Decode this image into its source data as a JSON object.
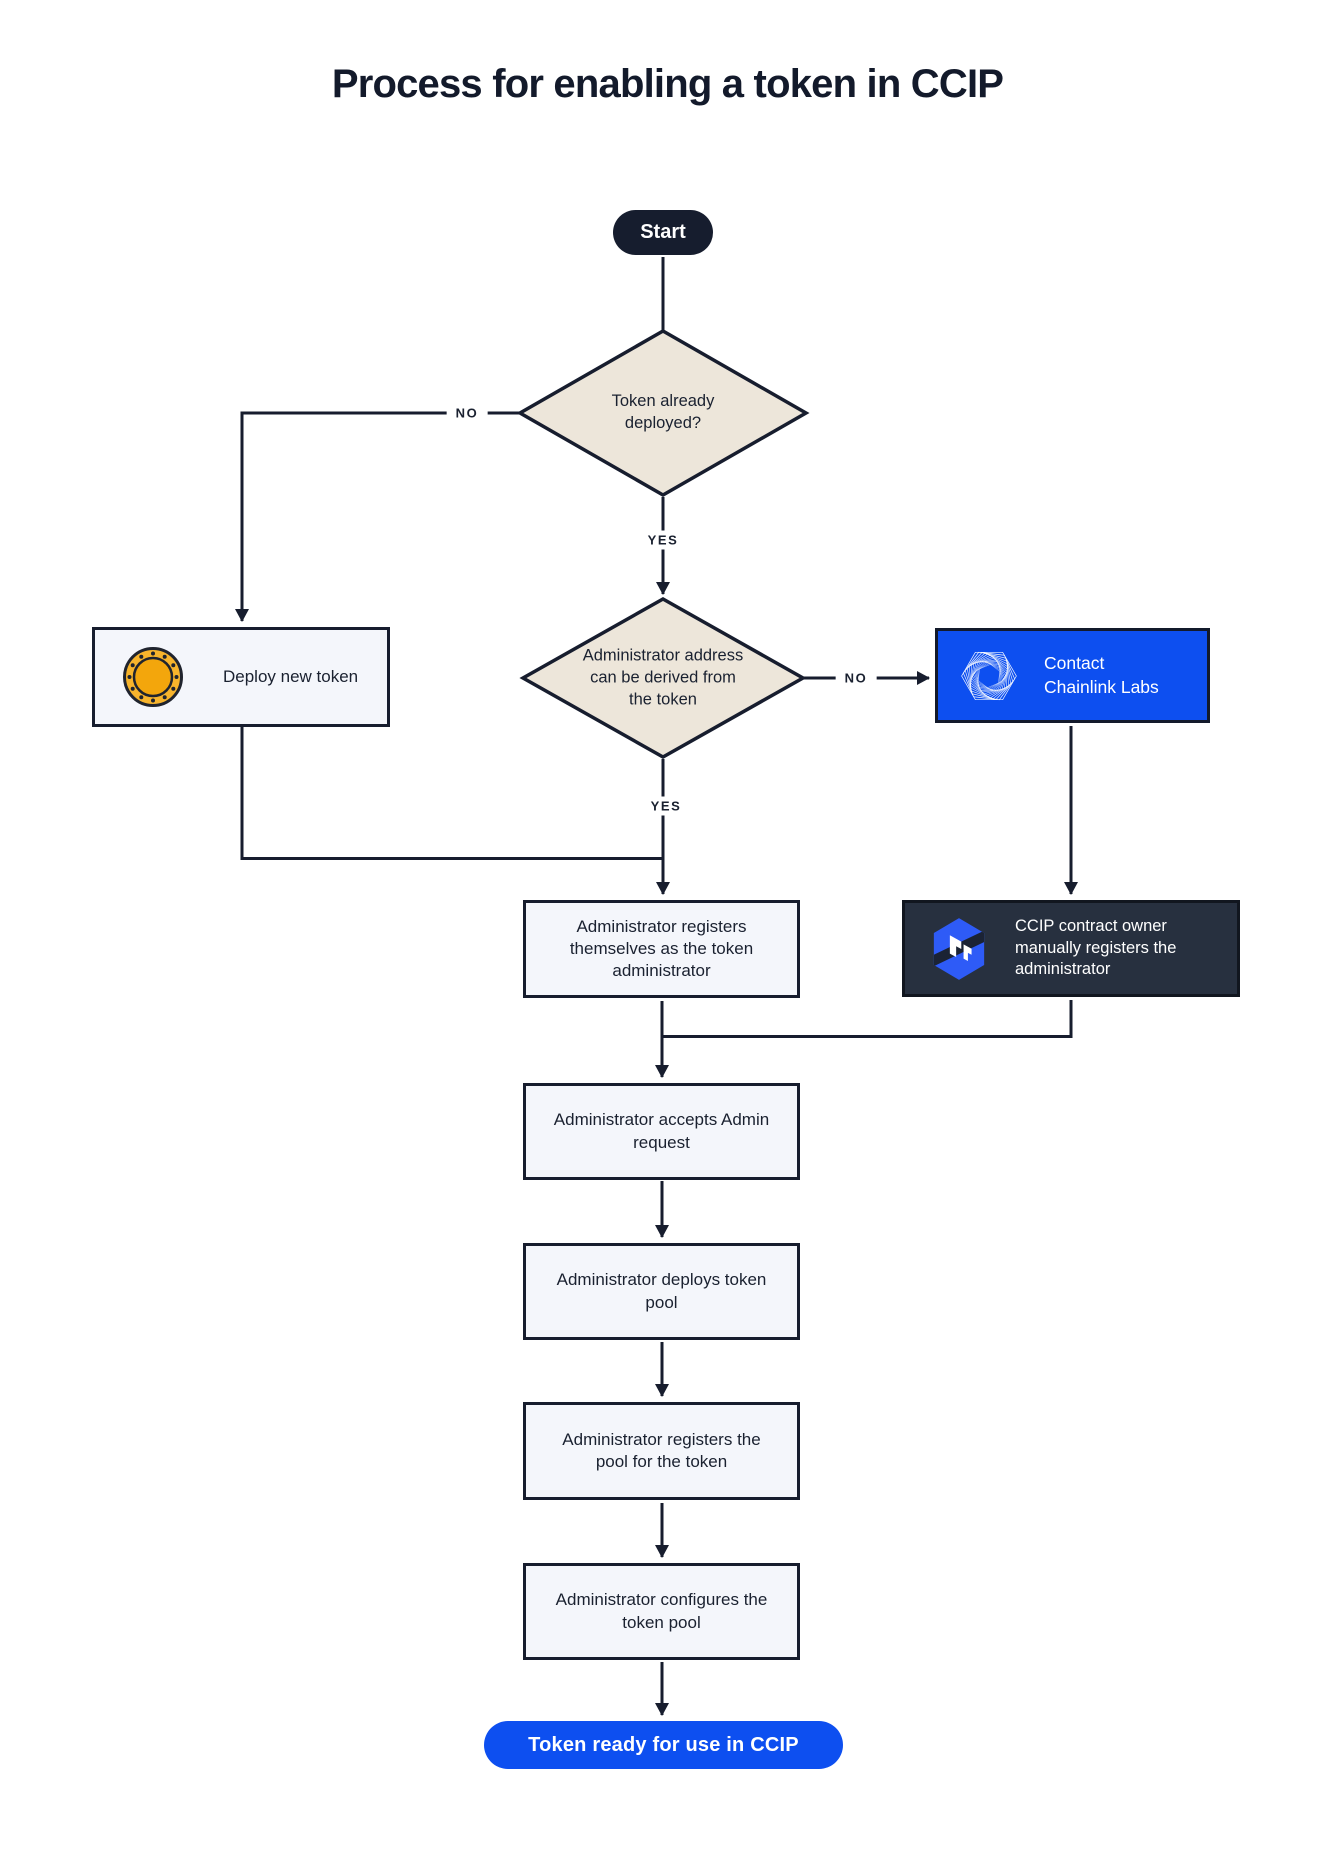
{
  "title": "Process for enabling a token in CCIP",
  "colors": {
    "line": "#171D2E",
    "diamond_fill": "#EDE6DA",
    "box_fill": "#F4F6FB",
    "accent_blue": "#0D4FF0",
    "dark_box_fill": "#27303F",
    "coin_gold": "#F7B42C",
    "text": "#1A2130"
  },
  "nodes": {
    "start": "Start",
    "token_deployed_q": "Token already deployed?",
    "deploy_new_token": "Deploy new token",
    "admin_address_q": "Administrator address can be derived from the token",
    "contact_chainlink": "Contact Chainlink Labs",
    "admin_registers_self": "Administrator registers themselves as the token administrator",
    "ccip_owner_registers": "CCIP contract owner manually registers the administrator",
    "admin_accepts": "Administrator accepts Admin request",
    "admin_deploys_pool": "Administrator deploys token pool",
    "admin_registers_pool": "Administrator registers the pool for the token",
    "admin_configures_pool": "Administrator configures the token pool",
    "token_ready": "Token ready for use in CCIP"
  },
  "edge_labels": {
    "token_deployed_no": "NO",
    "token_deployed_yes": "YES",
    "admin_address_no": "NO",
    "admin_address_yes": "YES"
  },
  "icons": {
    "coin": "token-coin-icon",
    "chainlink": "chainlink-labs-logo",
    "ccip": "ccip-logo"
  }
}
